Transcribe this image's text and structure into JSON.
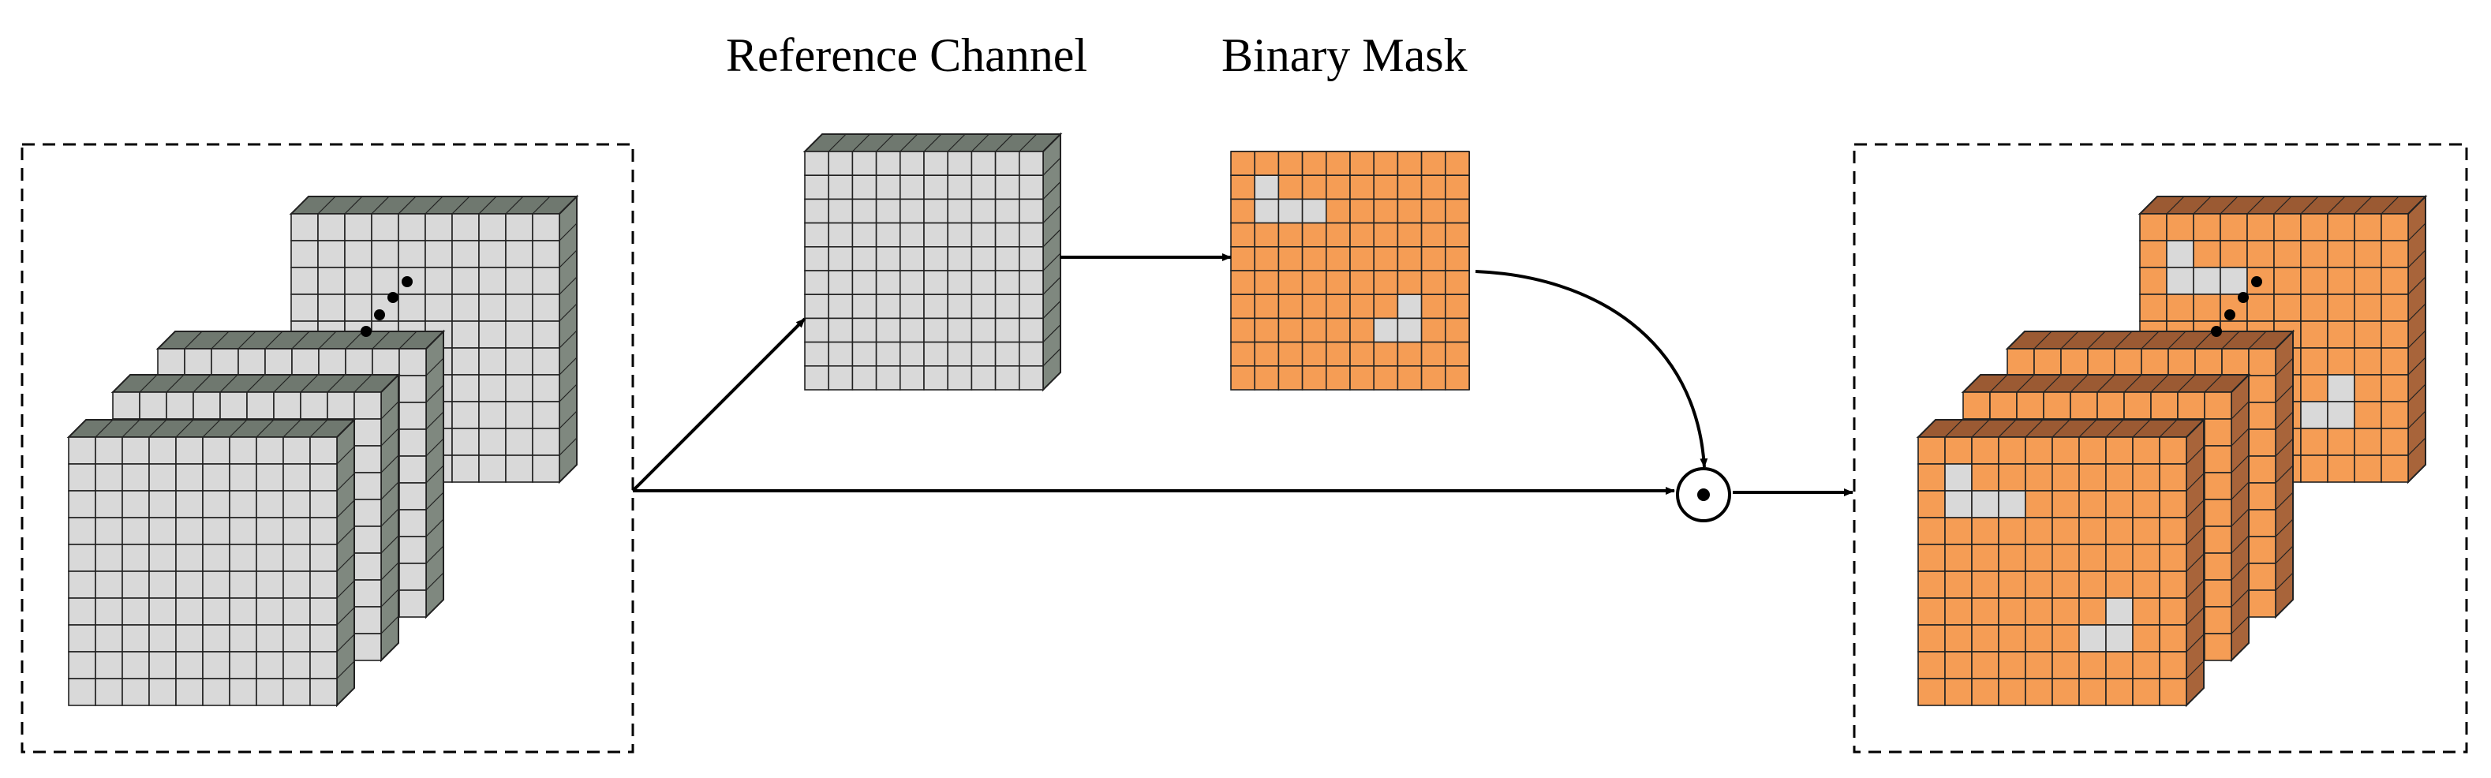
{
  "labels": {
    "reference_channel": "Reference Channel",
    "binary_mask": "Binary Mask"
  },
  "operator": {
    "name": "element-wise product",
    "symbol": "⊙"
  },
  "grid": {
    "rows": 10,
    "cols": 10
  },
  "mask": {
    "kept_cells": [
      [
        1,
        1
      ],
      [
        2,
        1
      ],
      [
        2,
        2
      ],
      [
        2,
        3
      ],
      [
        6,
        7
      ],
      [
        7,
        6
      ],
      [
        7,
        7
      ]
    ]
  },
  "colors": {
    "cell_gray": "#d9d9d9",
    "side_gray": "#7f887f",
    "top_gray": "#6f786f",
    "cell_orange": "#f59d55",
    "side_orange": "#a8643a",
    "top_orange": "#9b5a33",
    "grid_line": "#222222"
  }
}
